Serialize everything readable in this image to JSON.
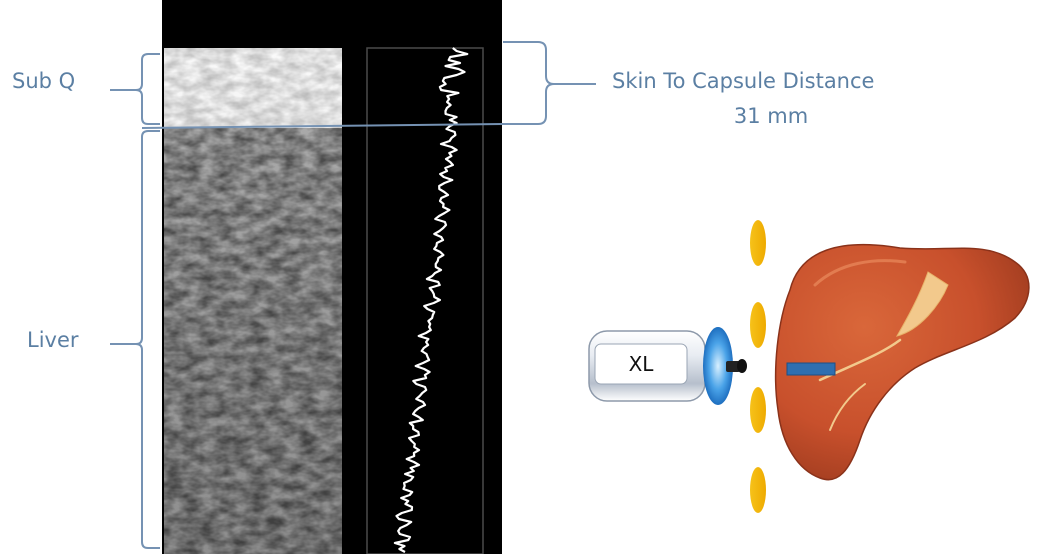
{
  "labels": {
    "sub_q": "Sub Q",
    "liver": "Liver",
    "skin_to_capsule": "Skin To Capsule Distance",
    "distance": "31 mm"
  },
  "probe": {
    "label": "XL"
  },
  "colors": {
    "label_text": "#5b7fa3",
    "bracket": "#7592b3",
    "ultrasound_background": "#000000",
    "liver_fill": "#c8502c",
    "liver_highlight": "#f2c98c",
    "skin_markers": "#f6b80f",
    "probe_glow": "#4aa3e8",
    "liver_target_marker": "#2f6fb0"
  }
}
